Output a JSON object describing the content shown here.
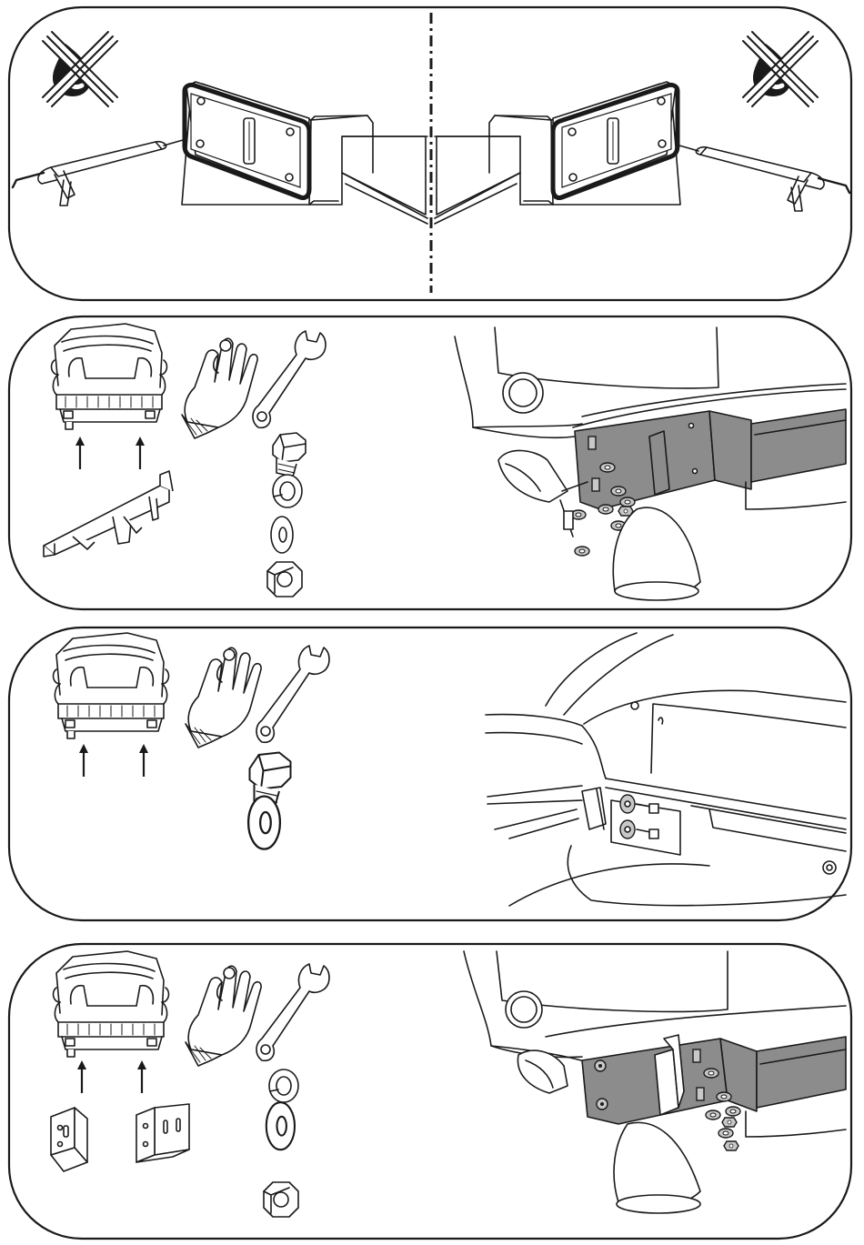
{
  "document": {
    "kind": "tow-bar installation instruction sheet",
    "text_labels": []
  },
  "colors": {
    "line": "#1a1a1a",
    "bracket_fill": "#8c8c8c",
    "background": "#ffffff"
  },
  "panels": [
    {
      "id": "sealant-step",
      "icons": [
        "no-water-drop-icon",
        "sealant-gun-icon",
        "mounting-plate-icon"
      ],
      "mirrored_halves": 2
    },
    {
      "id": "crossbar-mount-step",
      "icons": [
        "car-rear-icon",
        "up-arrow-icon",
        "glove-icon",
        "wrench-icon",
        "bolt-icon",
        "spring-washer-icon",
        "flat-washer-icon",
        "hex-nut-icon",
        "crossbar-icon"
      ]
    },
    {
      "id": "trunk-bolt-step",
      "icons": [
        "car-rear-icon",
        "up-arrow-icon",
        "glove-icon",
        "wrench-icon",
        "bolt-icon",
        "flat-washer-icon"
      ]
    },
    {
      "id": "side-bracket-step",
      "icons": [
        "car-rear-icon",
        "up-arrow-icon",
        "glove-icon",
        "wrench-icon",
        "bracket-left-icon",
        "bracket-right-icon",
        "spring-washer-icon",
        "flat-washer-icon",
        "hex-nut-icon"
      ]
    }
  ]
}
